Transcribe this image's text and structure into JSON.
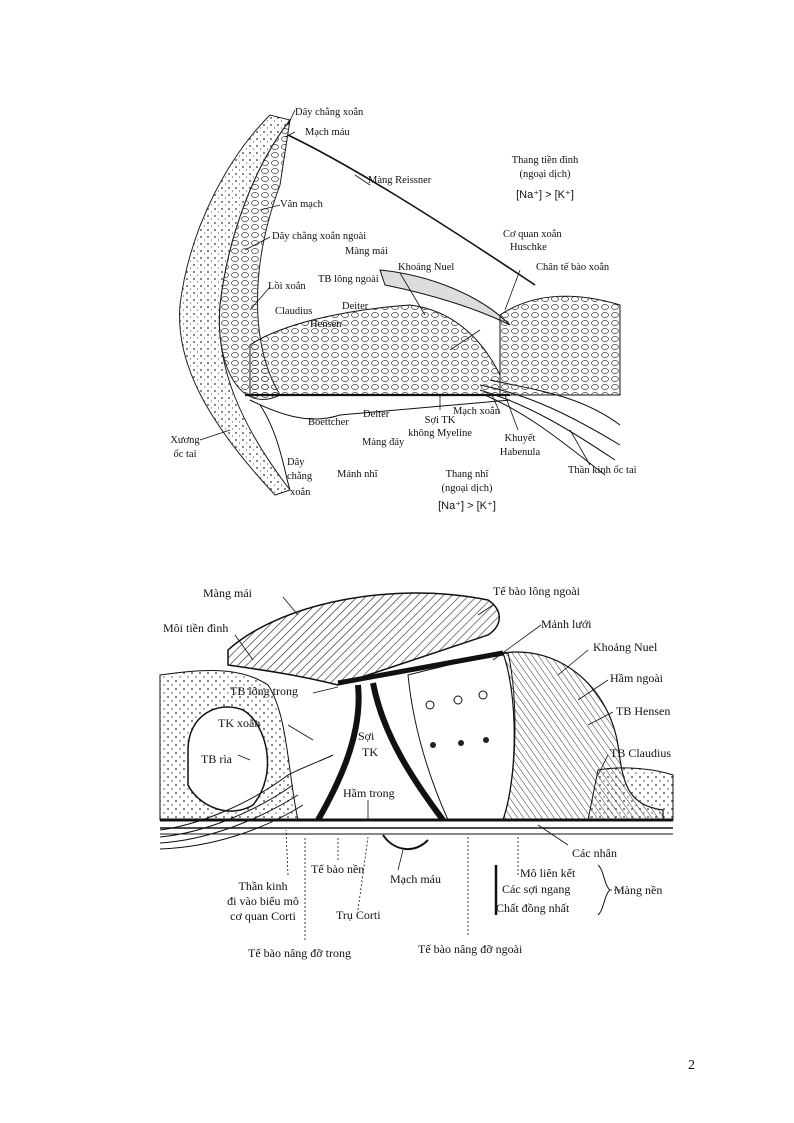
{
  "page_number": "2",
  "figure1": {
    "labels": {
      "day_chang_xoan_top": "Dây chằng xoắn",
      "mach_mau": "Mạch máu",
      "thang_tien_dinh_1": "Thang tiền đình",
      "thang_tien_dinh_2": "(ngoại dịch)",
      "thang_tien_dinh_ions": "[Na⁺] > [K⁺]",
      "mang_reissner": "Màng Reissner",
      "van_mach": "Vân mạch",
      "day_chang_xoan_ngoai": "Dây chằng xoắn ngoài",
      "co_quan_xoan_1": "Cơ quan xoắn",
      "co_quan_xoan_2": "Huschke",
      "mang_mai": "Màng mái",
      "tb_long_ngoai": "TB lông ngoài",
      "khoang_nuel": "Khoảng Nuel",
      "chan_te_bao_xoan": "Chân tế bào xoắn",
      "loi_xoan": "Lồi xoắn",
      "claudius": "Claudius",
      "deiter_top": "Deiter",
      "hensen": "Hensen",
      "boettcher": "Boettcher",
      "deiter_bottom": "Deiter",
      "soi_tk_1": "Sợi TK",
      "soi_tk_2": "không Myeline",
      "mach_xoan": "Mạch xoắn",
      "xuong_1": "Xương",
      "xuong_2": "ốc tai",
      "mang_day": "Màng đáy",
      "khuyet_1": "Khuyết",
      "khuyet_2": "Habenula",
      "day_chang_bottom_1": "Dây",
      "day_chang_bottom_2": "chằng",
      "day_chang_bottom_3": "xoắn",
      "manh_nhi": "Mảnh nhĩ",
      "thang_nhi_1": "Thang nhĩ",
      "thang_nhi_2": "(ngoại dịch)",
      "thang_nhi_ions": "[Na⁺] > [K⁺]",
      "than_kinh_oc_tai": "Thần kinh ốc tai"
    }
  },
  "figure2": {
    "labels": {
      "mang_mai": "Màng mái",
      "te_bao_long_ngoai": "Tế bào lông ngoài",
      "moi_tien_dinh": "Môi tiền đình",
      "manh_luoi": "Mảnh lưới",
      "khoang_nuel": "Khoảng Nuel",
      "ham_ngoai": "Hầm ngoài",
      "tb_long_trong": "TB lông trong",
      "tb_hensen": "TB Hensen",
      "tk_xoan": "TK xoắn",
      "soi_tk_1": "Sợi",
      "soi_tk_2": "TK",
      "tb_claudius": "TB Claudius",
      "tb_ria": "TB rìa",
      "ham_trong": "Hầm trong",
      "cac_nhan": "Các nhân",
      "te_bao_nen": "Tế bào nền",
      "mo_lien_ket": "Mô liên kết",
      "than_kinh_1": "Thần kinh",
      "than_kinh_2": "đi vào biểu mô",
      "than_kinh_3": "cơ quan Corti",
      "mach_mau": "Mạch máu",
      "cac_soi_ngang": "Các sợi ngang",
      "mang_nen": "Màng nền",
      "tru_corti": "Trụ Corti",
      "chat_dong_nhat": "Chất đồng nhất",
      "te_bao_nang_do_trong": "Tế bào nâng đỡ trong",
      "te_bao_nang_do_ngoai": "Tế bào nâng đỡ ngoài"
    }
  }
}
